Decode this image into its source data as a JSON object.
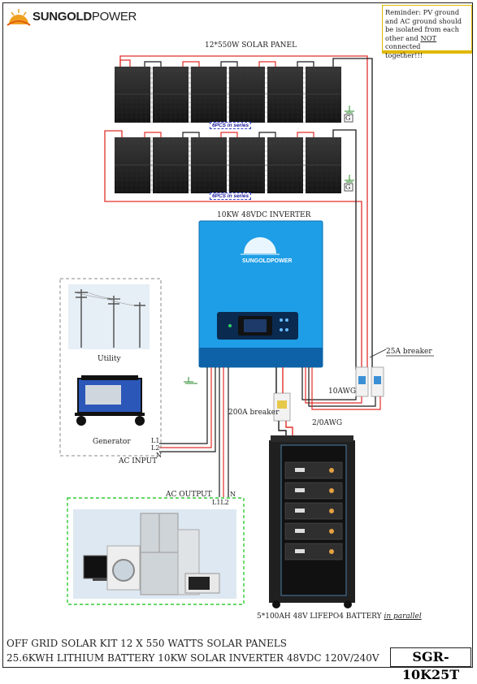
{
  "brand": {
    "name_bold": "SUNGOLD",
    "name_light": "POWER"
  },
  "reminder": {
    "line1": "Reminder: PV ground",
    "line2": "and AC ground should",
    "line3": "be isolated from each",
    "line4_pre": "other and ",
    "line4_u": "NOT",
    "line4_post": " connected",
    "line5": "together!!!"
  },
  "panels": {
    "title": "12*550W SOLAR PANEL",
    "series_tag": "6PCS in series",
    "ground_label": "G"
  },
  "inverter": {
    "title": "10KW 48VDC INVERTER",
    "logo": "SUNGOLDPOWER"
  },
  "sources": {
    "utility_label": "Utility",
    "generator_label": "Generator"
  },
  "wiring": {
    "breaker_25a": "25A breaker",
    "breaker_200a": "200A breaker",
    "awg_10": "10AWG",
    "awg_2_0": "2/0AWG",
    "ac_input": "AC INPUT",
    "ac_output": "AC OUTPUT",
    "l1": "L1",
    "l2": "L2",
    "n": "N",
    "l1l2": "L1L2"
  },
  "battery": {
    "caption": "5*100AH 48V LIFEPO4 BATTERY ",
    "caption_italic": "in parallel"
  },
  "footer": {
    "line1": "OFF GRID SOLAR KIT 12 X 550 WATTS SOLAR PANELS",
    "line2": "25.6KWH LITHIUM BATTERY 10KW SOLAR INVERTER 48VDC 120V/240V",
    "model": "SGR-10K25T"
  },
  "colors": {
    "pv_positive": "#e0302a",
    "negative": "#1a1a1a",
    "inverter_blue": "#1e9ee6",
    "dashed_green": "#33cc33",
    "reminder_border": "#e0b800"
  }
}
